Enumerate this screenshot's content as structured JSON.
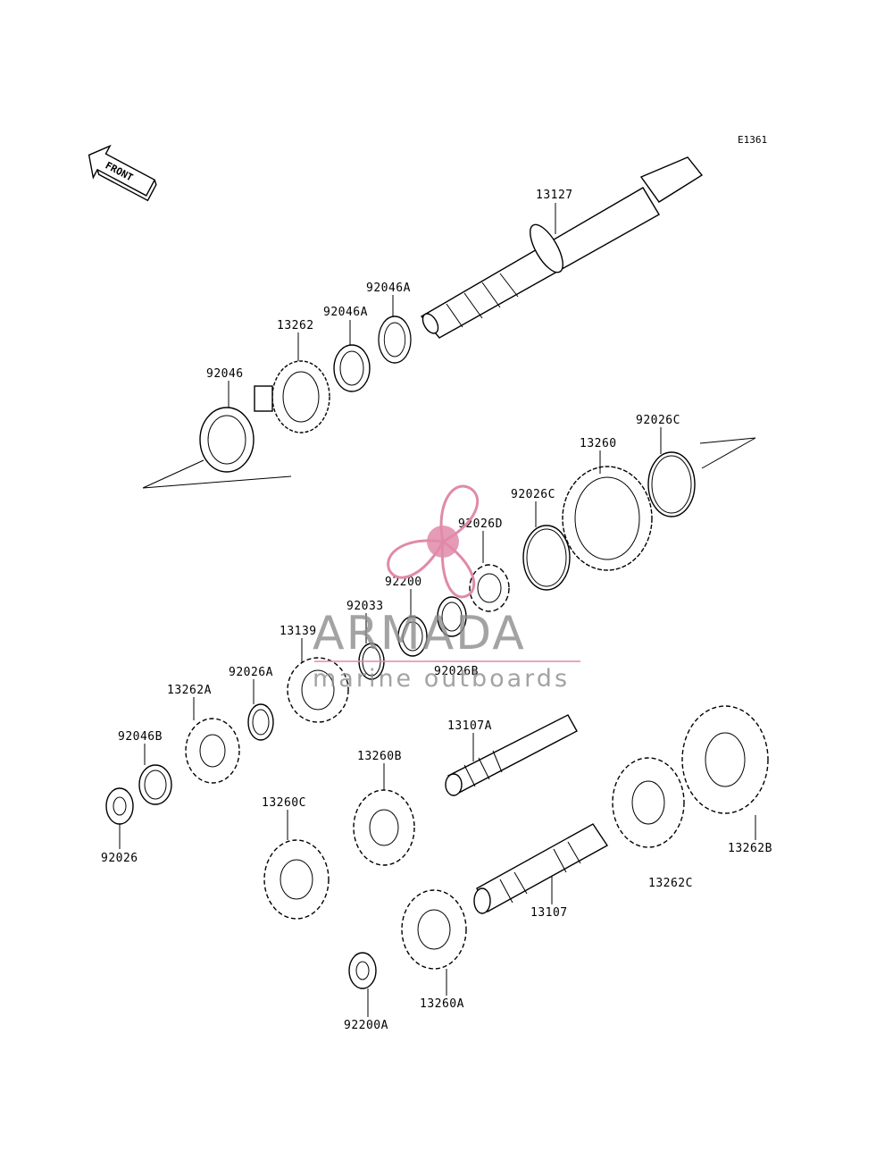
{
  "drawing_id": "E1361",
  "front_label": "FRONT",
  "watermark": {
    "brand": "ARMADA",
    "subtitle": "marine outboards",
    "logo_color": "#e08aa8"
  },
  "callouts": [
    {
      "id": "c01",
      "label": "13127"
    },
    {
      "id": "c02",
      "label": "92046A"
    },
    {
      "id": "c03",
      "label": "92046A"
    },
    {
      "id": "c04",
      "label": "13262"
    },
    {
      "id": "c05",
      "label": "92046"
    },
    {
      "id": "c06",
      "label": "92026C"
    },
    {
      "id": "c07",
      "label": "13260"
    },
    {
      "id": "c08",
      "label": "92026C"
    },
    {
      "id": "c09",
      "label": "92026D"
    },
    {
      "id": "c10",
      "label": "92200"
    },
    {
      "id": "c11",
      "label": "92033"
    },
    {
      "id": "c12",
      "label": "13139"
    },
    {
      "id": "c13",
      "label": "92026B"
    },
    {
      "id": "c14",
      "label": "92026A"
    },
    {
      "id": "c15",
      "label": "13262A"
    },
    {
      "id": "c16",
      "label": "92046B"
    },
    {
      "id": "c17",
      "label": "92026"
    },
    {
      "id": "c18",
      "label": "13107A"
    },
    {
      "id": "c19",
      "label": "13260B"
    },
    {
      "id": "c20",
      "label": "13260C"
    },
    {
      "id": "c21",
      "label": "13262B"
    },
    {
      "id": "c22",
      "label": "13262C"
    },
    {
      "id": "c23",
      "label": "13107"
    },
    {
      "id": "c24",
      "label": "13260A"
    },
    {
      "id": "c25",
      "label": "92200A"
    }
  ]
}
